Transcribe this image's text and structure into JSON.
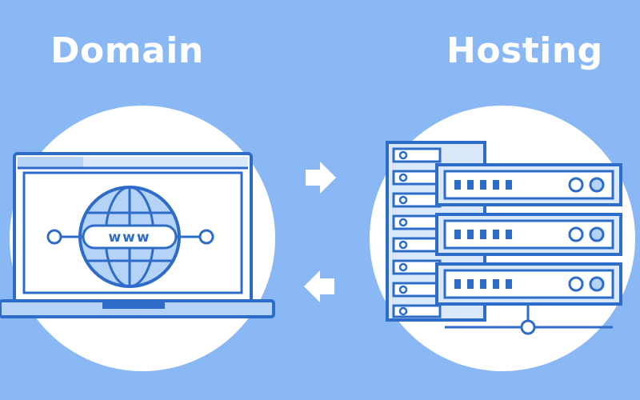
{
  "headings": {
    "domain": "Domain",
    "hosting": "Hosting"
  },
  "laptop": {
    "url_label": "www"
  },
  "icons": {
    "globe": "globe-icon",
    "laptop": "laptop-icon",
    "server_rack": "server-rack-icon",
    "arrow_right": "arrow-right-icon",
    "arrow_left": "arrow-left-icon"
  },
  "colors": {
    "background": "#8ab8f5",
    "outline": "#2d6cc8",
    "fill_light": "#d9e8fb",
    "fill_mid": "#b5d2f7",
    "white": "#ffffff"
  }
}
